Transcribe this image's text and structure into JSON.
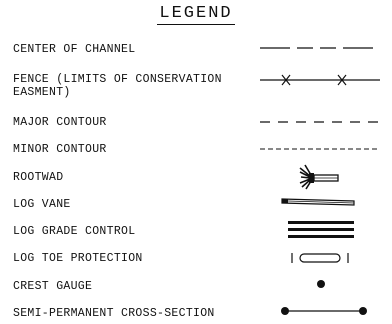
{
  "legend": {
    "title": "LEGEND",
    "items": [
      {
        "label": "CENTER OF CHANNEL",
        "symbol": "long-dash-line"
      },
      {
        "label": "FENCE (LIMITS OF CONSERVATION EASMENT)",
        "symbol": "fence-x-line"
      },
      {
        "label": "MAJOR CONTOUR",
        "symbol": "dash-line"
      },
      {
        "label": "MINOR CONTOUR",
        "symbol": "short-dash-line"
      },
      {
        "label": "ROOTWAD",
        "symbol": "rootwad-icon"
      },
      {
        "label": "LOG VANE",
        "symbol": "log-vane-icon"
      },
      {
        "label": "LOG GRADE CONTROL",
        "symbol": "triple-bar-icon"
      },
      {
        "label": "LOG TOE PROTECTION",
        "symbol": "log-toe-icon"
      },
      {
        "label": "CREST GAUGE",
        "symbol": "filled-dot-icon"
      },
      {
        "label": "SEMI-PERMANENT CROSS-SECTION",
        "symbol": "dot-line-dot-icon"
      }
    ]
  }
}
